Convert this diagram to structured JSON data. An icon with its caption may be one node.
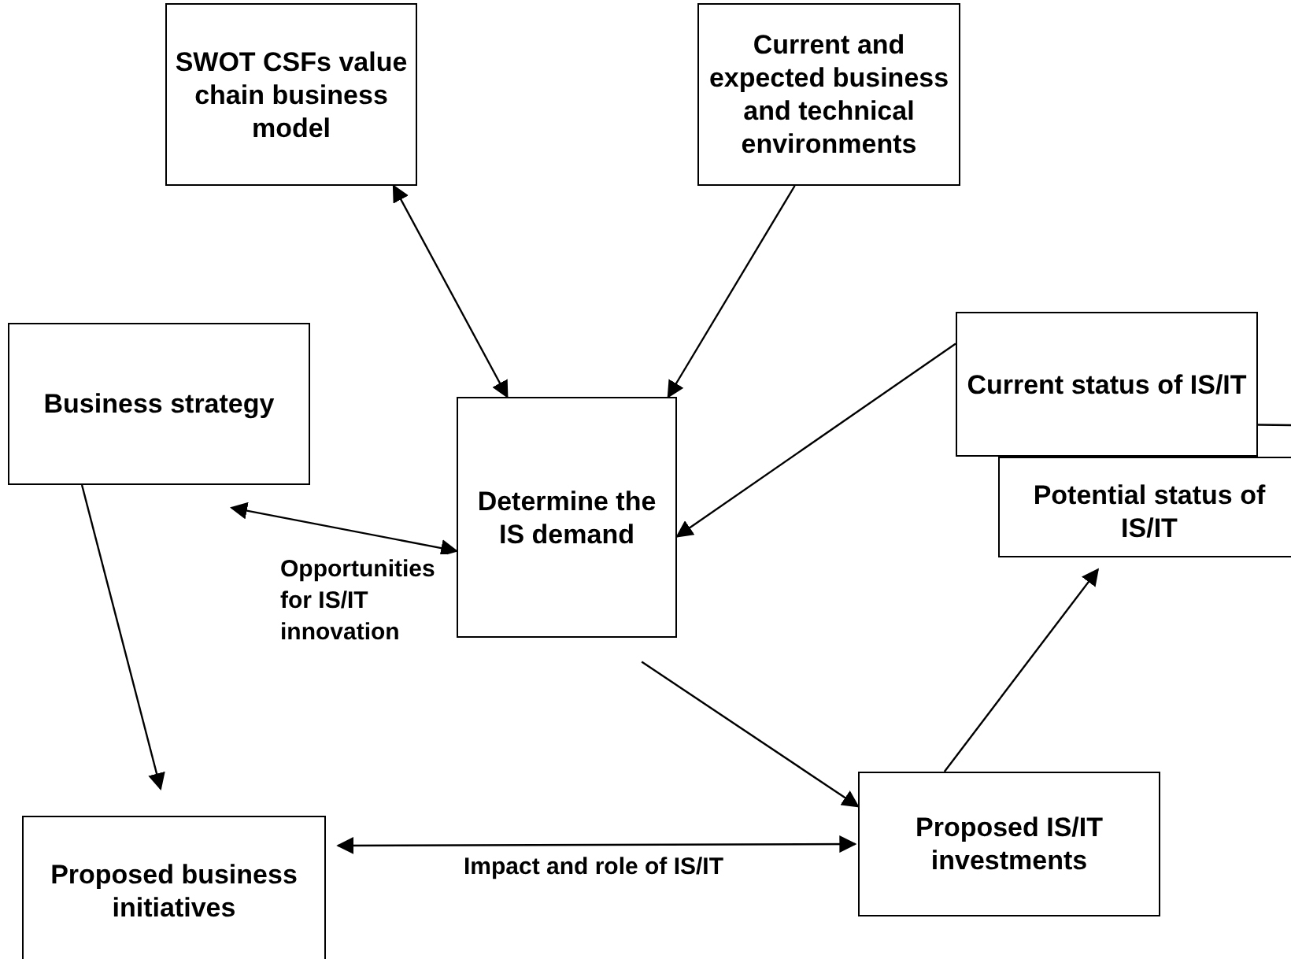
{
  "diagram": {
    "nodes": [
      {
        "text": [
          "SWOT CSFs value chain business model"
        ]
      },
      {
        "text": [
          "Current and expected business and technical environments"
        ]
      },
      {
        "text": [
          "Business strategy"
        ]
      },
      {
        "text": [
          "Determine the IS demand"
        ]
      },
      {
        "text": [
          "Current status of IS/IT"
        ]
      },
      {
        "text": [
          "Potential status of IS/IT"
        ]
      },
      {
        "text": [
          "Proposed business initiatives"
        ]
      },
      {
        "text": [
          "Proposed IS/IT investments"
        ]
      }
    ],
    "edges": [
      {
        "from": 0,
        "to": 3,
        "arrow": "both"
      },
      {
        "from": 1,
        "to": 3,
        "arrow": "to"
      },
      {
        "from": 4,
        "to": 3,
        "arrow": "to"
      },
      {
        "from": 2,
        "to": 3,
        "arrow": "both",
        "label": "Opportunities for IS/IT innovation"
      },
      {
        "from": 2,
        "to": 6,
        "arrow": "to"
      },
      {
        "from": 3,
        "to": 7,
        "arrow": "to"
      },
      {
        "from": 7,
        "to": 5,
        "arrow": "to"
      },
      {
        "from": 6,
        "to": 7,
        "arrow": "both",
        "label": "Impact and role of IS/IT"
      },
      {
        "from": 4,
        "to": null,
        "arrow": "none"
      }
    ]
  }
}
